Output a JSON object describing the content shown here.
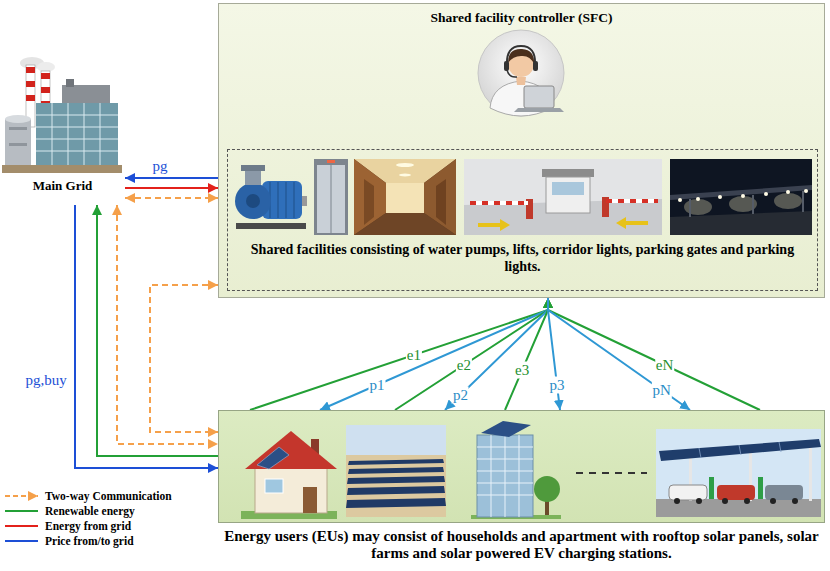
{
  "diagram": {
    "nodes": [
      {
        "text": [
          "Shared facility controller (SFC)"
        ]
      },
      {
        "text": [
          "Shared facilities consisting of water pumps, lifts, corridor lights, parking gates and parking lights."
        ],
        "in": 0
      },
      {
        "text": [
          "Main Grid"
        ]
      },
      {
        "text": [
          "Energy users (EUs) may consist of households and apartment with rooftop solar panels, solar farms and solar powered EV charging stations."
        ]
      }
    ],
    "edges": [
      {
        "from": 0,
        "to": 2,
        "arrow": "to",
        "label": "pg"
      },
      {
        "from": 2,
        "to": 0,
        "arrow": "to"
      },
      {
        "from": 2,
        "to": 0,
        "arrow": "both"
      },
      {
        "from": 0,
        "to": 3,
        "arrow": "both"
      },
      {
        "from": 2,
        "to": 3,
        "arrow": "both"
      },
      {
        "from": 3,
        "to": 2,
        "arrow": "to"
      },
      {
        "from": 2,
        "to": 3,
        "arrow": "to",
        "label": "pg,buy"
      },
      {
        "from": 3,
        "to": 0,
        "arrow": "to",
        "label": "e1"
      },
      {
        "from": 0,
        "to": 3,
        "arrow": "to",
        "label": "p1"
      },
      {
        "from": 3,
        "to": 0,
        "arrow": "to",
        "label": "e2"
      },
      {
        "from": 0,
        "to": 3,
        "arrow": "to",
        "label": "p2"
      },
      {
        "from": 3,
        "to": 0,
        "arrow": "to",
        "label": "e3"
      },
      {
        "from": 0,
        "to": 3,
        "arrow": "to",
        "label": "p3"
      },
      {
        "from": 3,
        "to": 0,
        "arrow": "to",
        "label": "eN"
      },
      {
        "from": 0,
        "to": 3,
        "arrow": "to",
        "label": "pN"
      }
    ],
    "legend": [
      {
        "text": "Two-way Communication"
      },
      {
        "text": "Renewable energy"
      },
      {
        "text": "Energy from grid"
      },
      {
        "text": "Price from/to grid"
      }
    ]
  }
}
